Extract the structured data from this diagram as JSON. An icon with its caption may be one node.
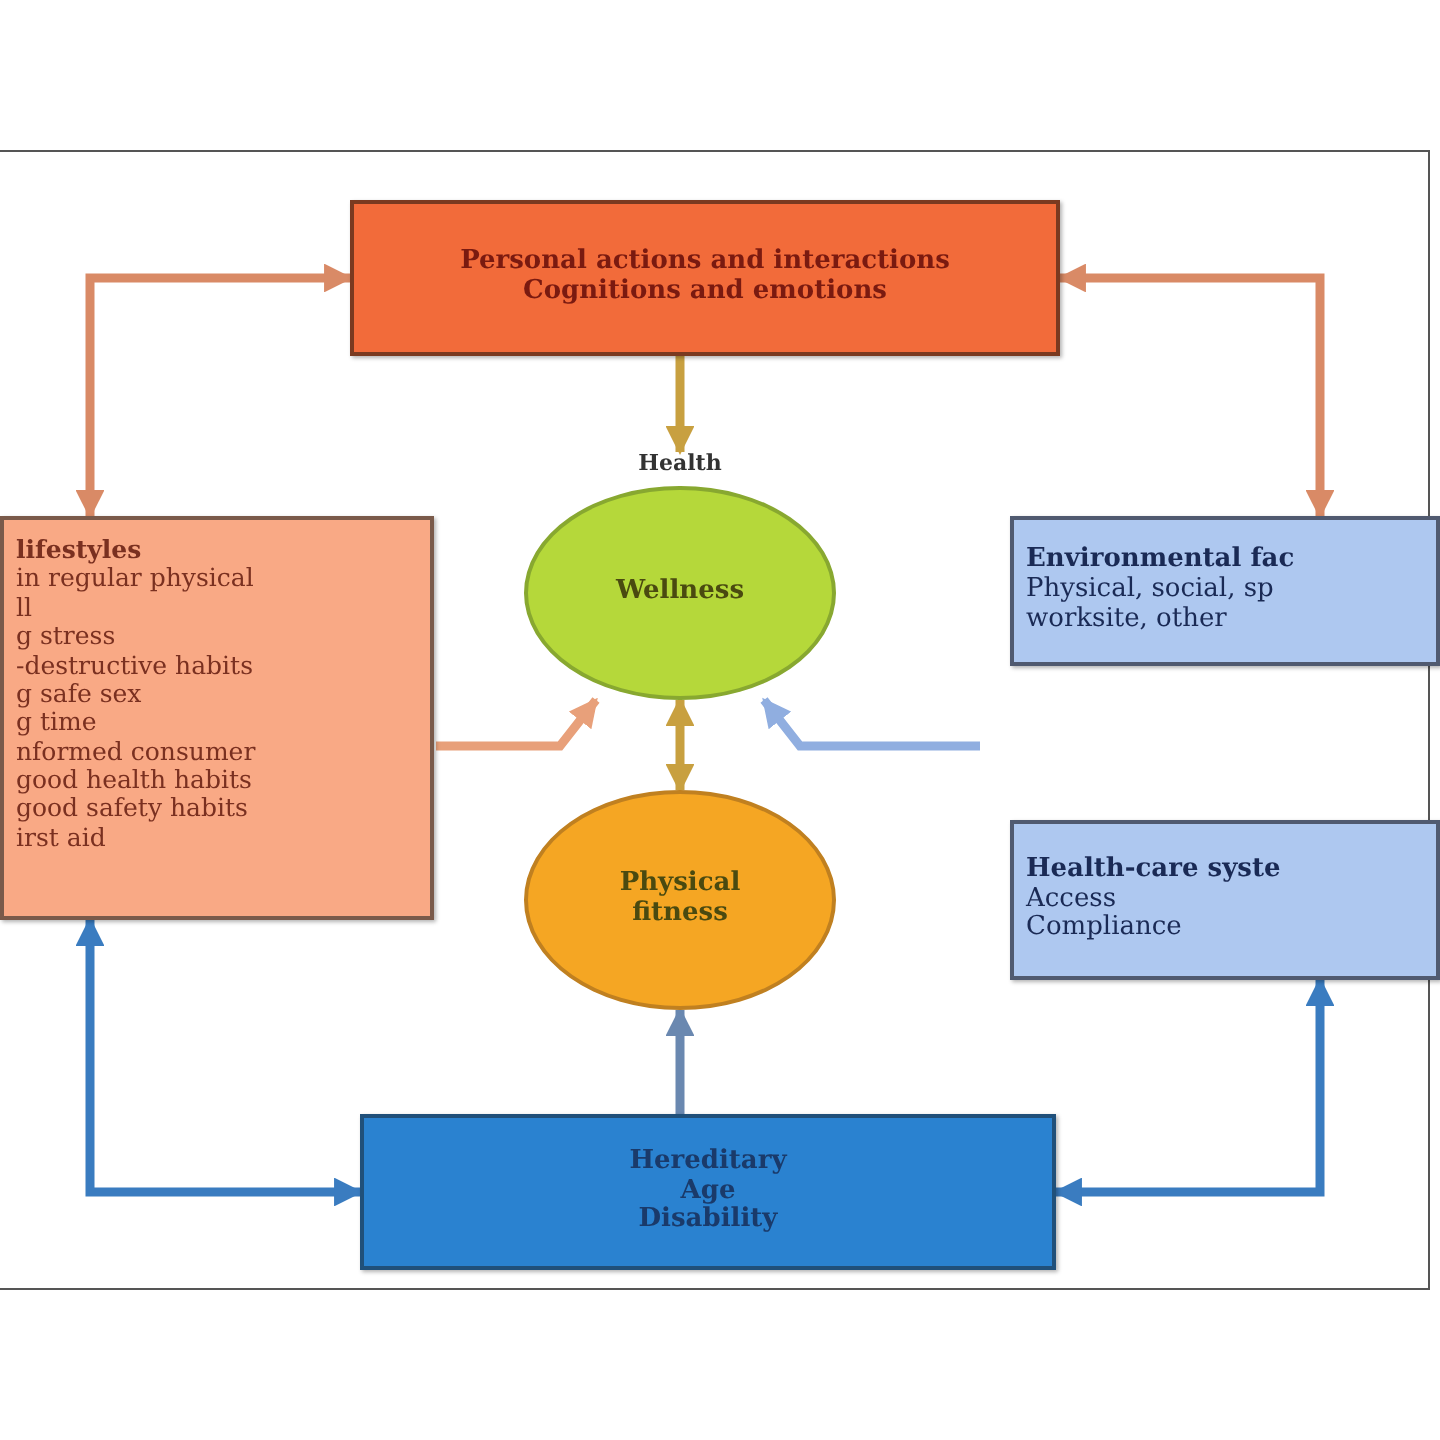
{
  "diagram": {
    "nodes": [
      {
        "text": [
          "Personal actions and interactions",
          "Cognitions and emotions"
        ]
      },
      {
        "text": [
          "lifestyles",
          "in regular physical",
          "ll",
          "g stress",
          "-destructive habits",
          "g safe sex",
          "g time",
          "nformed consumer",
          "good health habits",
          "good safety habits",
          "irst aid"
        ]
      },
      {
        "text": [
          "Health",
          "Wellness"
        ]
      },
      {
        "text": [
          "Environmental fac",
          "Physical, social, sp",
          "worksite, other"
        ]
      },
      {
        "text": [
          "Physical fitness"
        ]
      },
      {
        "text": [
          "Health-care syste",
          "Access",
          "Compliance"
        ]
      },
      {
        "text": [
          "Hereditary",
          "Age",
          "Disability"
        ]
      }
    ],
    "edges": [
      {
        "from": 0,
        "to": 2,
        "arrow": "to"
      },
      {
        "from": 6,
        "to": 4,
        "arrow": "to",
        "color": "#6a88b0"
      },
      {
        "from": 2,
        "to": 4,
        "arrow": "both"
      },
      {
        "from": 1,
        "to": 2,
        "arrow": "to",
        "color": "#e8a07a"
      },
      {
        "from": null,
        "to": 2,
        "arrow": "to",
        "color": "#90aee0"
      },
      {
        "from": 0,
        "to": 1,
        "arrow": "both",
        "color": "#d98a66"
      },
      {
        "from": 0,
        "to": 3,
        "arrow": "both",
        "color": "#d98a66"
      },
      {
        "from": 1,
        "to": 6,
        "arrow": "both",
        "color": "#3a7cc0"
      },
      {
        "from": 5,
        "to": 6,
        "arrow": "both",
        "color": "#3a7cc0"
      }
    ]
  }
}
